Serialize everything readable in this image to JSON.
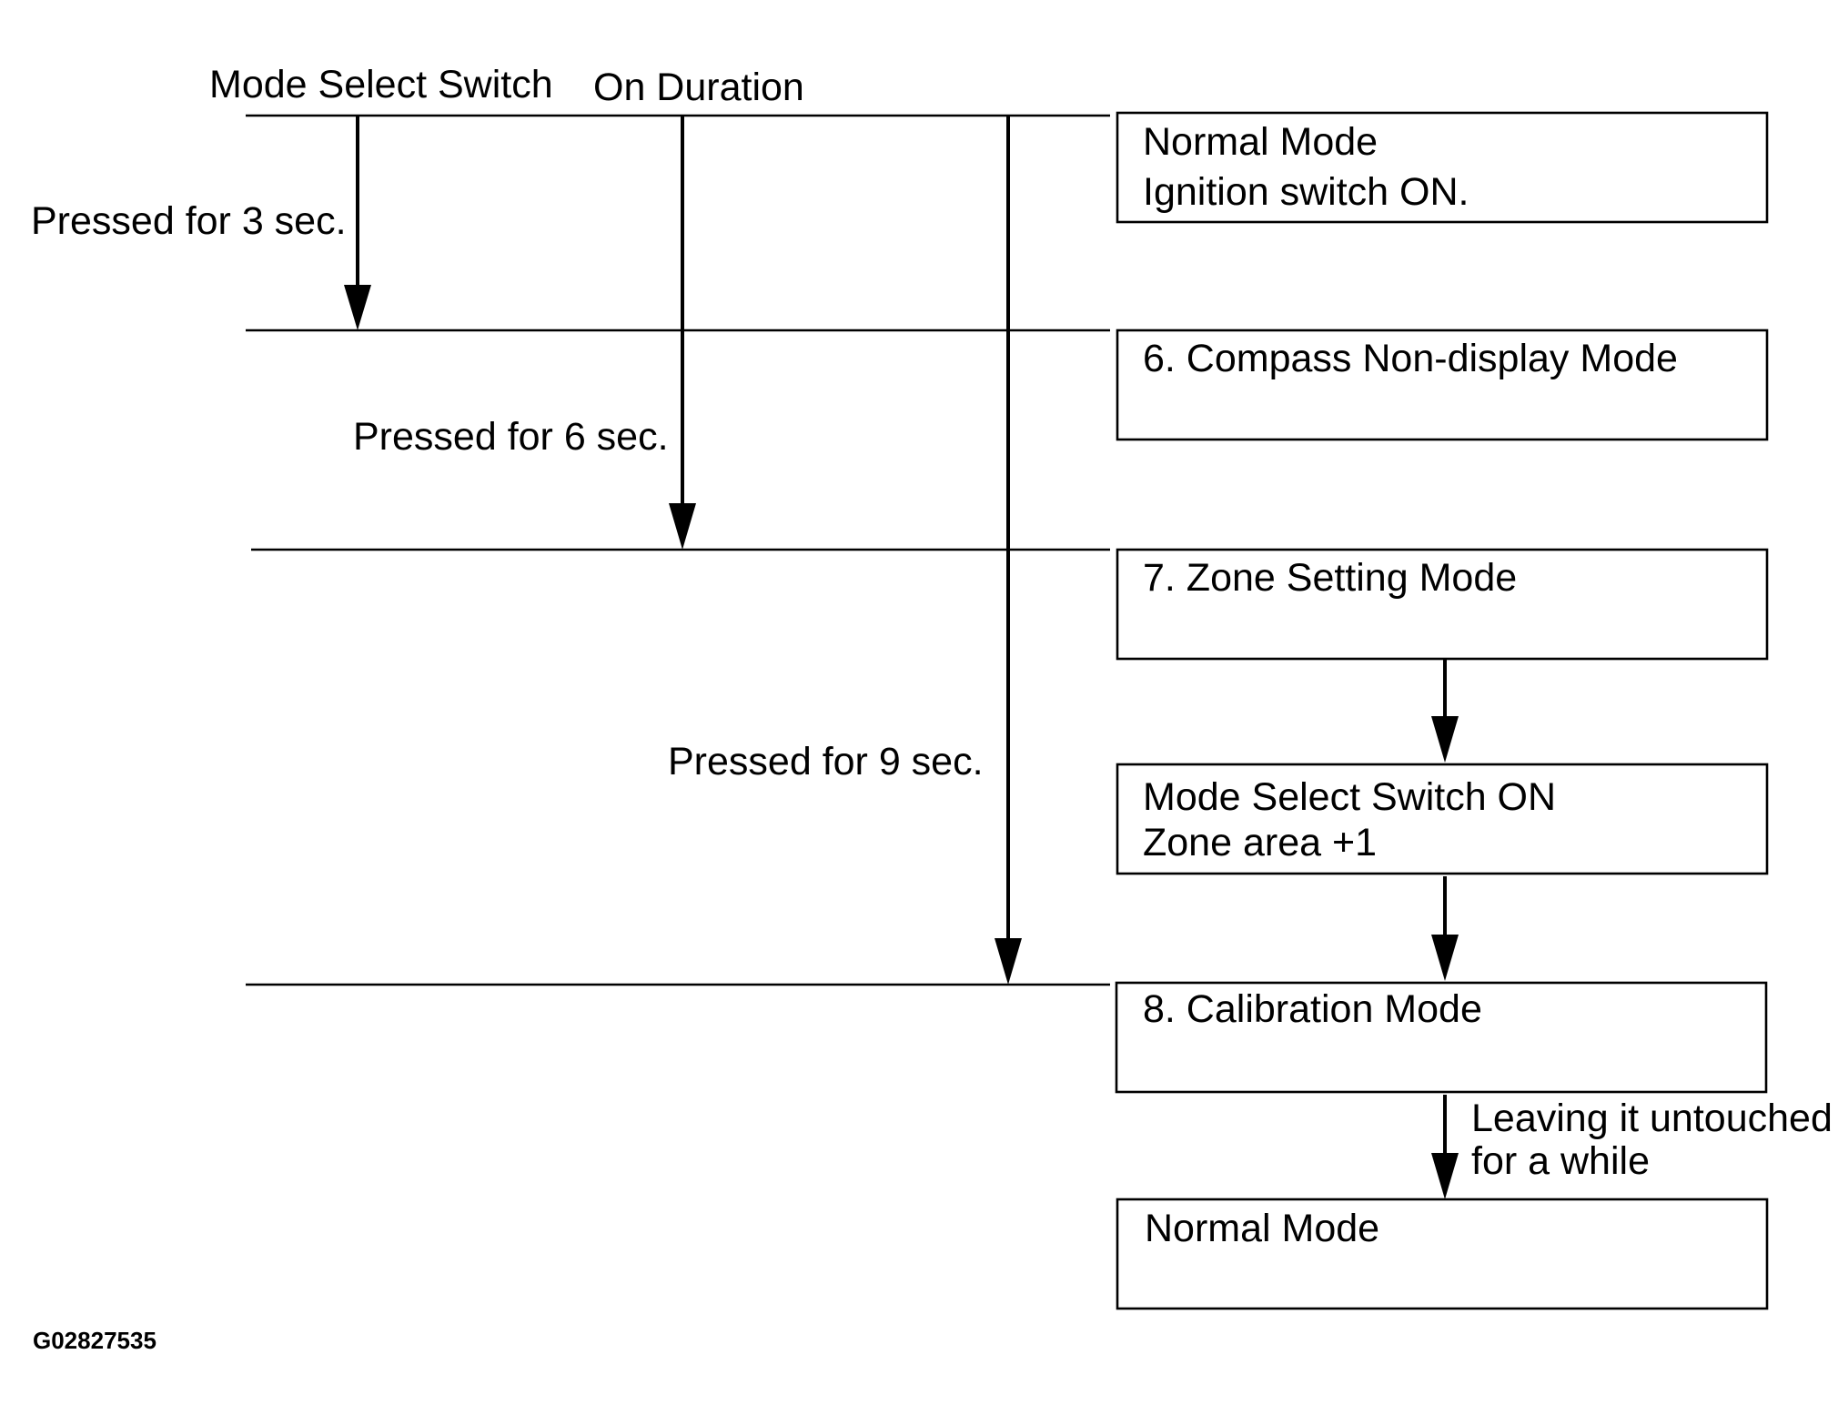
{
  "header": {
    "mode_select_switch": "Mode Select Switch",
    "on_duration": "On Duration"
  },
  "durations": {
    "pressed_3": "Pressed for 3 sec.",
    "pressed_6": "Pressed for 6 sec.",
    "pressed_9": "Pressed for 9 sec."
  },
  "boxes": {
    "normal_mode": {
      "line1": "Normal Mode",
      "line2": "Ignition switch ON."
    },
    "compass_non_display": {
      "line1": "6. Compass Non-display Mode"
    },
    "zone_setting": {
      "line1": "7. Zone Setting Mode"
    },
    "mode_select_on": {
      "line1": "Mode Select Switch ON",
      "line2": "Zone area +1"
    },
    "calibration": {
      "line1": "8. Calibration Mode"
    },
    "normal_mode_end": {
      "line1": "Normal Mode"
    }
  },
  "transition_note": {
    "line1": "Leaving it untouched",
    "line2": "for a while"
  },
  "figure_id": "G02827535"
}
